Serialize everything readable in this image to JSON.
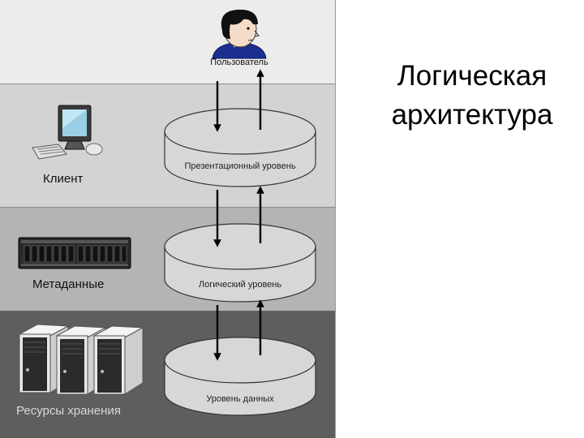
{
  "title": {
    "line1": "Логическая",
    "line2": "архитектура"
  },
  "user": {
    "label": "Пользователь",
    "icon": "user-avatar-icon"
  },
  "layers": [
    {
      "side_label": "Клиент",
      "cylinder_label": "Презентационный уровень",
      "icon": "desktop-computer-icon"
    },
    {
      "side_label": "Метаданные",
      "cylinder_label": "Логический уровень",
      "icon": "rack-server-icon"
    },
    {
      "side_label": "Ресурсы хранения",
      "cylinder_label": "Уровень данных",
      "icon": "storage-servers-icon"
    }
  ],
  "colors": {
    "band_top": "#ececec",
    "band_client": "#d3d3d3",
    "band_metadata": "#b4b4b4",
    "band_storage": "#5e5e5e",
    "cylinder": "#d7d7d7",
    "arrow": "#000000"
  }
}
